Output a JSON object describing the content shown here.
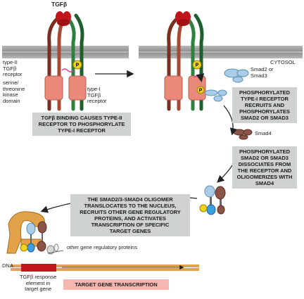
{
  "labels": {
    "tgfb": "TGFβ",
    "type2": "type-II\nTGFβ\nreceptor",
    "kinase": "serine/\nthreonine\nkinase\ndomain",
    "type1": "type-I\nTGFβ\nreceptor",
    "cytosol": "CYTOSOL",
    "smad23": "Smad2 or\nSmad3",
    "smad4": "Smad4",
    "p": "P",
    "other": "other gene regulatory proteins",
    "dna": "DNA",
    "response": "TGFβ response\nelement in\ntarget gene"
  },
  "captions": {
    "step1": "TGFβ BINDING CAUSES TYPE-II\nRECEPTOR TO PHOSPHORYLATE\nTYPE-I RECEPTOR",
    "step2": "PHOSPHORYLATED\nTYPE-I RECEPTOR\nRECRUITS AND\nPHOSPHORYLATES\nSMAD2 OR SMAD3",
    "step3": "PHOSPHORYLATED\nSMAD2 OR SMAD3\nDISSOCIATES FROM\nTHE RECEPTOR AND\nOLIGOMERIZES WITH\nSMAD4",
    "step4": "THE SMAD2/3-SMAD4 OLIGOMER\nTRANSLOCATES TO THE NUCLEUS,\nRECRUITS OTHER GENE REGULATORY\nPROTEINS, AND ACTIVATES\nTRANSCRIPTION OF SPECIFIC\nTARGET GENES",
    "transcription": "TARGET GENE TRANSCRIPTION"
  },
  "colors": {
    "membrane": "#9a9a9a",
    "type2": "#7a2e1e",
    "type1": "#2f7f3f",
    "kinase": "#e8897a",
    "tgfb": "#c0151b",
    "smad23": "#a9cde8",
    "smad4": "#8a5446",
    "phospho": "#f2d21b",
    "dna": "#e2a24a",
    "response": "#c0151b",
    "caption_bg": "#cfd3cf",
    "transcription_bg": "#f6b7b3"
  }
}
